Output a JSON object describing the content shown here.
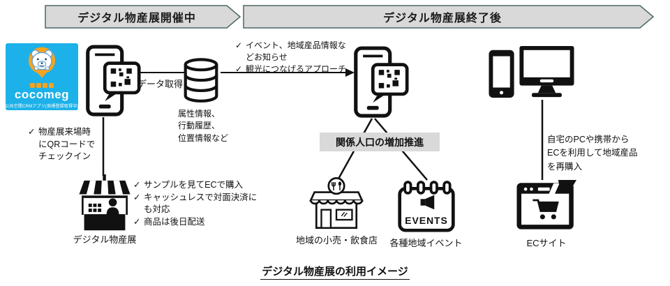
{
  "check": "✓",
  "banners": {
    "during": "デジタル物産展開催中",
    "after": "デジタル物産展終了後"
  },
  "logo": {
    "brand": "cocomeg",
    "tagline": "公共空間CRMアプリ(商標登録取得中)"
  },
  "flow": {
    "data_acquisition": "データ取得",
    "database_caption": [
      "属性情報、",
      "行動履歴、",
      "位置情報など"
    ],
    "notify_list": [
      "イベント、地域産品情報などお知らせ",
      "観光につなげるアプローチ"
    ],
    "checkin_lines": [
      "物産展来場時",
      "にQRコードで",
      "チェックイン"
    ],
    "stall_list": [
      "サンプルを見てECで購入",
      "キャッシュレスで対面決済にも対応",
      "商品は後日配送"
    ],
    "relation_label": "関係人口の増加推進",
    "home_lines": [
      "自宅のPCや携帯から",
      "ECを利用して地域産品",
      "を再購入"
    ],
    "events_word": "EVENTS"
  },
  "captions": {
    "stall": "デジタル物産展",
    "store": "地域の小売・飲食店",
    "events": "各種地域イベント",
    "ec": "ECサイト"
  },
  "footer": "デジタル物産展の利用イメージ",
  "colors": {
    "banner_fill": "#d9d9d9",
    "banner_border": "#4d6666",
    "ink": "#111111",
    "logo_blue": "#1db1e9",
    "logo_orange": "#f6a41f"
  }
}
